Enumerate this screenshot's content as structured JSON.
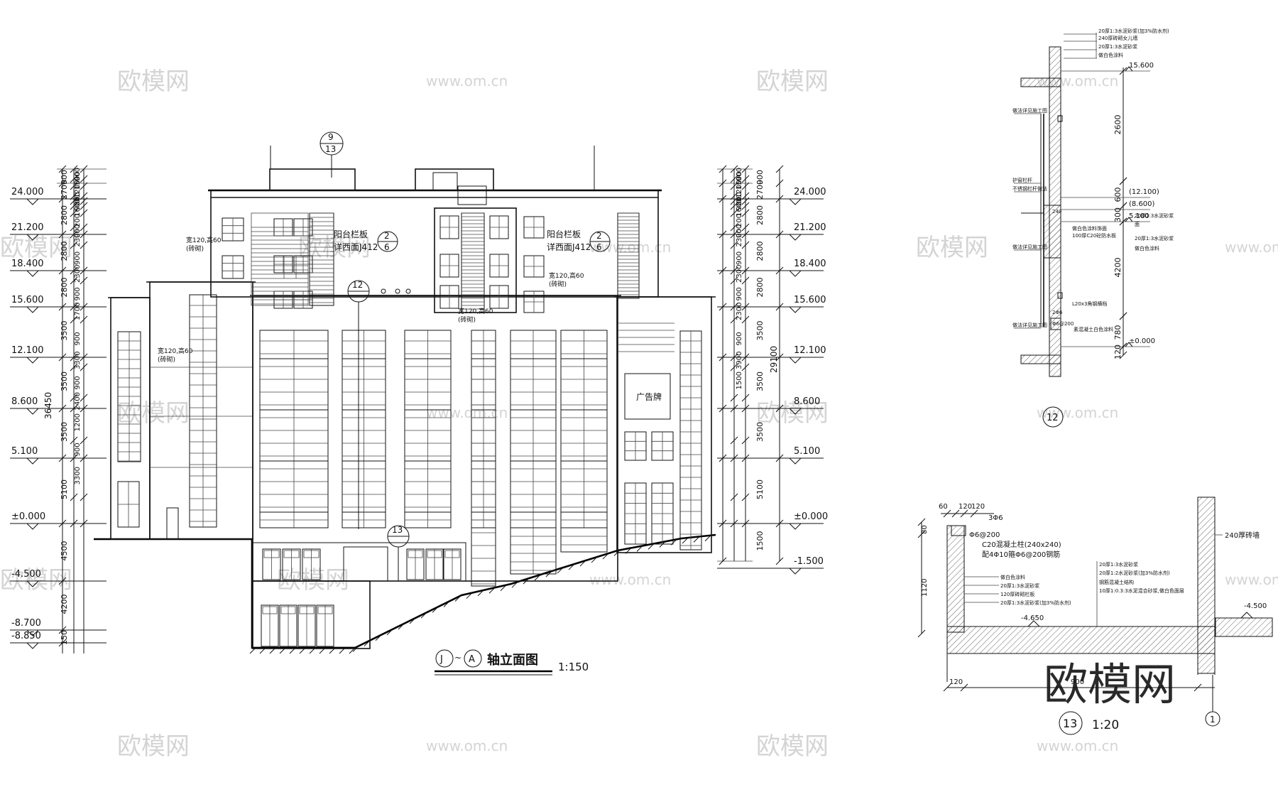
{
  "watermarks": {
    "logo": "欧模网",
    "url": "www.om.cn"
  },
  "elevation": {
    "title_axis_from": "J",
    "title_axis_tilde": "~",
    "title_axis_to": "A",
    "title_text": "轴立面图",
    "scale": "1:150",
    "levels_left": [
      "24.000",
      "21.200",
      "18.400",
      "15.600",
      "12.100",
      "8.600",
      "5.100",
      "±0.000",
      "-4.500",
      "-8.700",
      "-8.850"
    ],
    "levels_right": [
      "24.000",
      "21.200",
      "18.400",
      "15.600",
      "12.100",
      "8.600",
      "5.100",
      "±0.000",
      "-1.500"
    ],
    "dims_left": [
      "900",
      "2700",
      "2800",
      "2800",
      "2800",
      "3500",
      "3500",
      "3500",
      "5100",
      "4500",
      "4200",
      "150"
    ],
    "dims_left_inner": [
      "900",
      "1500",
      "1200",
      "300",
      "900",
      "1600",
      "200",
      "900",
      "2300",
      "900",
      "2300",
      "900",
      "1700",
      "900",
      "3300",
      "900",
      "2400",
      "1200",
      "900",
      "3300"
    ],
    "dims_right": [
      "900",
      "2700",
      "2800",
      "2800",
      "2800",
      "3500",
      "3500",
      "3500",
      "5100",
      "1500"
    ],
    "dims_right_inner": [
      "900",
      "1500",
      "1200",
      "300",
      "900",
      "1600",
      "200",
      "900",
      "2300",
      "900",
      "2300",
      "900",
      "2300",
      "900",
      "3900",
      "1500"
    ],
    "total_left": "36450",
    "total_right": "29100",
    "callout_9_top": "9",
    "callout_9_bottom": "13",
    "callout_12": "12",
    "callout_13": "13",
    "callout_26": "2",
    "callout_26_b": "6",
    "balcony_label": "阳台栏板",
    "balcony_ref": "详西面J412",
    "sill_label": "宽120,高60",
    "sill_sub": "(砖砌)",
    "billboard": "广告牌"
  },
  "detail12": {
    "callout": "12",
    "levels": [
      "15.600",
      "(12.100)",
      "(8.600)",
      "5.100",
      "±0.000"
    ],
    "dims": [
      "2600",
      "600",
      "300",
      "4200",
      "780",
      "120"
    ],
    "notes_top": [
      "20厚1:3水泥砂浆(加3%防水剂)",
      "240厚砖砌女儿墙",
      "20厚1:3水泥砂浆",
      "做白色涂料"
    ],
    "notes_right": [
      "20厚1:3水泥砂浆",
      "面",
      "20厚1:3水泥砂浆",
      "做白色涂料"
    ],
    "notes_left": [
      "做法详见施工图",
      "护窗栏杆",
      "不锈钢栏杆做法",
      "做法详见施工图",
      "做法详见施工图"
    ],
    "note_mid": "做白色涂料饰面",
    "note_mid2": "100厚C20砼防水板",
    "angle": "L20x3角钢横档",
    "bar": "2Φ6",
    "bar2": "Φ6@200",
    "note_low": "素混凝土白色涂料",
    "dim_240": "240"
  },
  "detail13": {
    "callout": "13",
    "scale": "1:20",
    "axis": "1",
    "dims_top": [
      "60",
      "120",
      "120",
      "3Φ6"
    ],
    "dim_80": "80",
    "dim_1120": "1120",
    "dim_120": "120",
    "dim_900": "900",
    "bar": "Φ6@200",
    "beam": "C20混凝土柱(240x240)",
    "beam2": "配4Φ10箍Φ6@200钢筋",
    "wall": "240厚砖墙",
    "level_low": "-4.650",
    "level_right": "-4.500",
    "notes_left": [
      "做白色涂料",
      "20厚1:3水泥砂浆",
      "120厚砖砌栏板",
      "20厚1:3水泥砂浆(加3%防水剂)"
    ],
    "notes_mid": [
      "20厚1:3水泥砂浆",
      "20厚1:2水泥砂浆(加3%防水剂)",
      "钢筋混凝土结构",
      "10厚1:0.3:3水泥混合砂浆,做白色面层"
    ]
  }
}
